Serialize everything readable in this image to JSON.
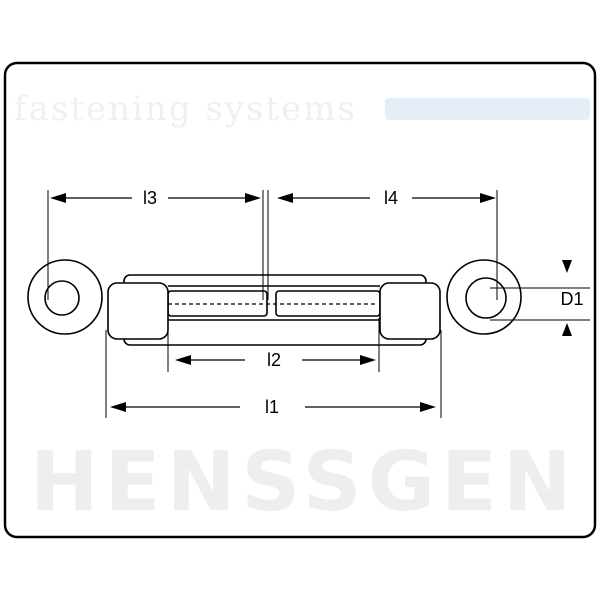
{
  "title": "Turnbuckle eye-eye dimension drawing",
  "watermark": {
    "brand": "HENSSGEN",
    "tagline": "fastening systems",
    "brand_accent": "#d9e8f6"
  },
  "dimensions": {
    "l1": "l1",
    "l2": "l2",
    "l3": "l3",
    "l4": "l4",
    "d1": "D1"
  }
}
